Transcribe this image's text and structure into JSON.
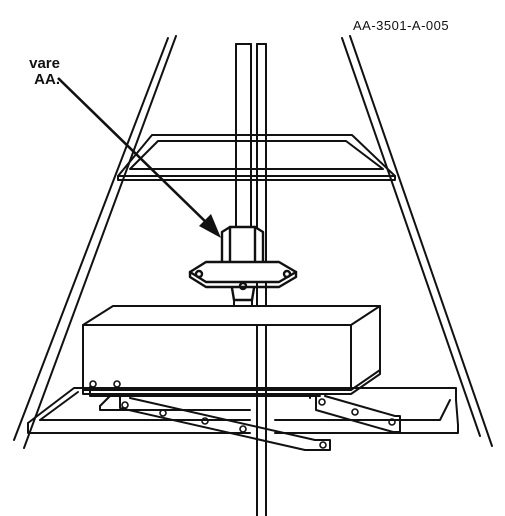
{
  "figure": {
    "code": "AA-3501-A-005",
    "callout_lines": [
      "vare",
      "AA."
    ]
  }
}
